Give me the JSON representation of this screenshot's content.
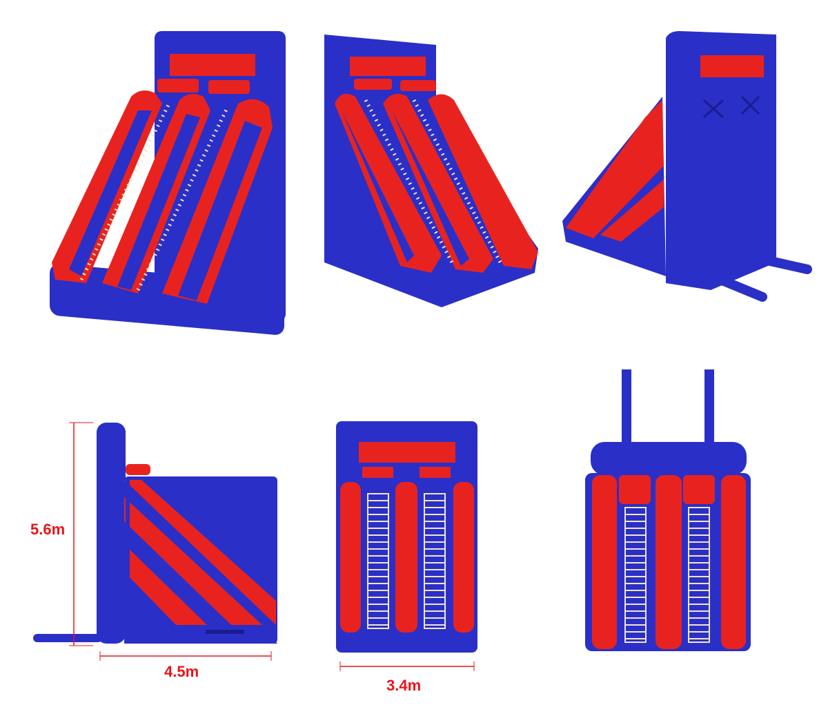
{
  "colors": {
    "blue": "#2a2fc8",
    "blue_dark": "#1a1d8f",
    "red": "#e8231f",
    "dimension": "#e8141a",
    "ladder": "#f3e6c8"
  },
  "views": [
    {
      "id": "front-left-perspective"
    },
    {
      "id": "front-right-perspective"
    },
    {
      "id": "rear-perspective"
    },
    {
      "id": "side-elevation"
    },
    {
      "id": "front-elevation"
    },
    {
      "id": "top-plan"
    }
  ],
  "dimensions": {
    "height": "5.6m",
    "length": "4.5m",
    "width": "3.4m"
  }
}
